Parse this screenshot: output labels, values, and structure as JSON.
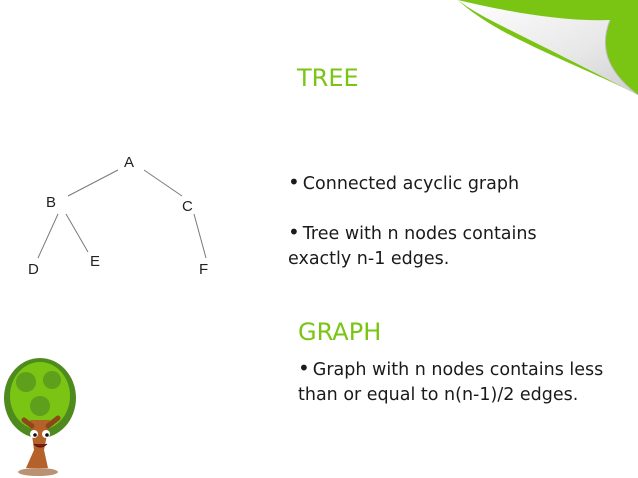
{
  "tree_section": {
    "heading": "TREE",
    "bullets": [
      "Connected acyclic graph",
      "Tree with n nodes contains exactly n-1 edges."
    ]
  },
  "graph_section": {
    "heading": "GRAPH",
    "bullets": [
      "Graph with n nodes contains less than or equal to n(n-1)/2 edges."
    ]
  },
  "diagram": {
    "nodes": [
      "A",
      "B",
      "C",
      "D",
      "E",
      "F"
    ],
    "edges": [
      [
        "A",
        "B"
      ],
      [
        "A",
        "C"
      ],
      [
        "B",
        "D"
      ],
      [
        "B",
        "E"
      ],
      [
        "C",
        "F"
      ]
    ]
  },
  "colors": {
    "accent": "#7ac414",
    "text": "#1a1a1a",
    "edge": "#7a7a7a"
  },
  "icons": {
    "bullet": "•",
    "mascot": "tree-character-icon",
    "corner": "page-curl-icon"
  }
}
